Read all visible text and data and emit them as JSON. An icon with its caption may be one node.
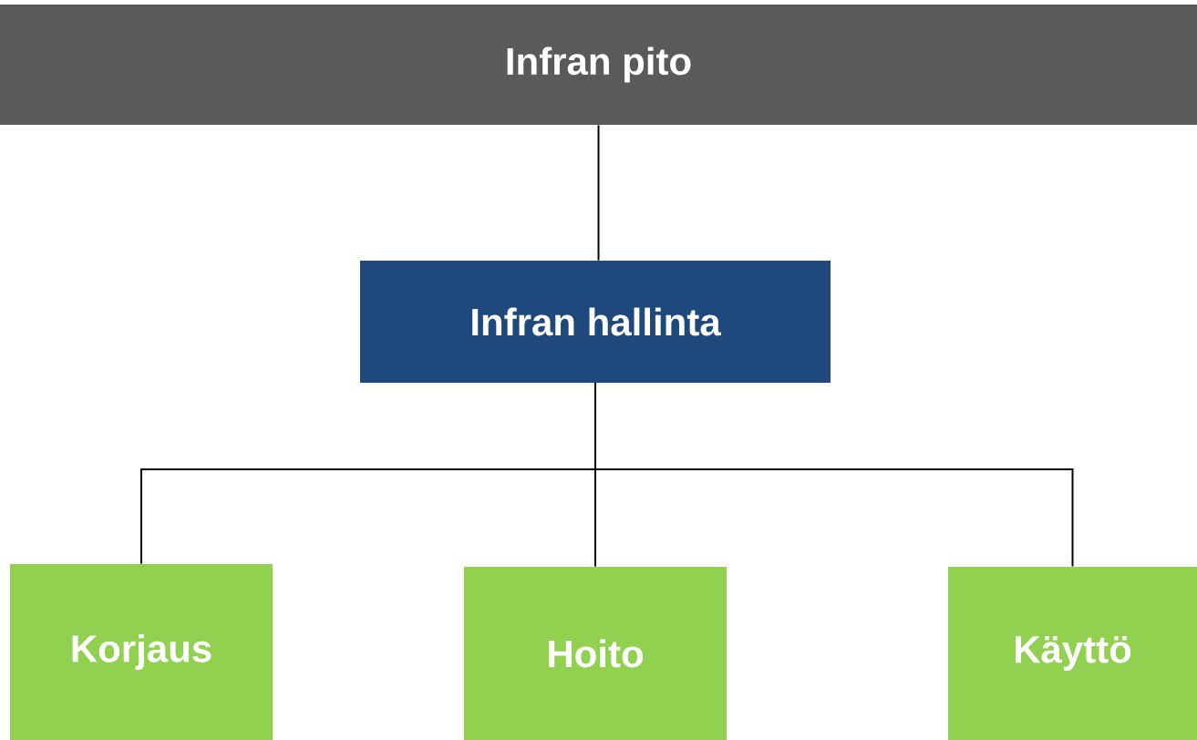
{
  "diagram": {
    "nodes": [
      {
        "text": [
          "Infran pito"
        ]
      },
      {
        "text": [
          "Infran hallinta"
        ]
      },
      {
        "text": [
          "Korjaus"
        ]
      },
      {
        "text": [
          "Hoito"
        ]
      },
      {
        "text": [
          "Käyttö"
        ]
      }
    ],
    "edges": [
      {
        "from": 0,
        "to": 1,
        "arrow": "none"
      },
      {
        "from": 1,
        "to": 2,
        "arrow": "none"
      },
      {
        "from": 1,
        "to": 3,
        "arrow": "none"
      },
      {
        "from": 1,
        "to": 4,
        "arrow": "none"
      }
    ]
  }
}
